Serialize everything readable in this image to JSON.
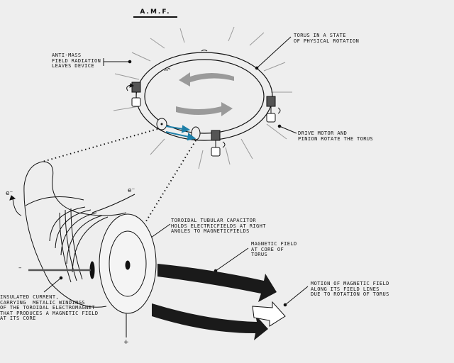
{
  "title": "A.M.F.",
  "labels": {
    "torus": "TORUS IN A STATE\nOF PHYSICAL ROTATION",
    "anti_mass": "ANTI-MASS\nFIELD RADIATION\nLEAVES DEVICE",
    "drive_motor": "DRIVE MOTOR AND\nPINION ROTATE THE TORUS",
    "capacitor": "TOROIDAL TUBULAR CAPACITOR\nHOLDS ELECTRICFIELDS AT RIGHT\nANGLES TO MAGNETICFIELDS",
    "magnetic_core": "MAGNETIC FIELD\nAT CORE OF\nTORUS",
    "motion": "MOTION OF MAGNETIC FIELD\nALONG ITS FIELD LINES\nDUE TO ROTATION OF TORUS",
    "current": "INSULATED CURRENT,\nCARRYING  METALIC WINDINGS\nOF THE TOROIDAL ELECTROMAGNET\nTHAT PRODUCES A MAGNETIC FIELD\nAT ITS CORE"
  },
  "symbols": {
    "electron_left": "e⁻",
    "electron_right": "e⁻",
    "minus": "–",
    "plus": "+"
  },
  "colors": {
    "background": "#eeeeee",
    "ink": "#111111",
    "field_arrow": "#1a1a1a",
    "rotation_arrow": "#9a9a9a",
    "current_arrow": "#1e7fa8"
  }
}
